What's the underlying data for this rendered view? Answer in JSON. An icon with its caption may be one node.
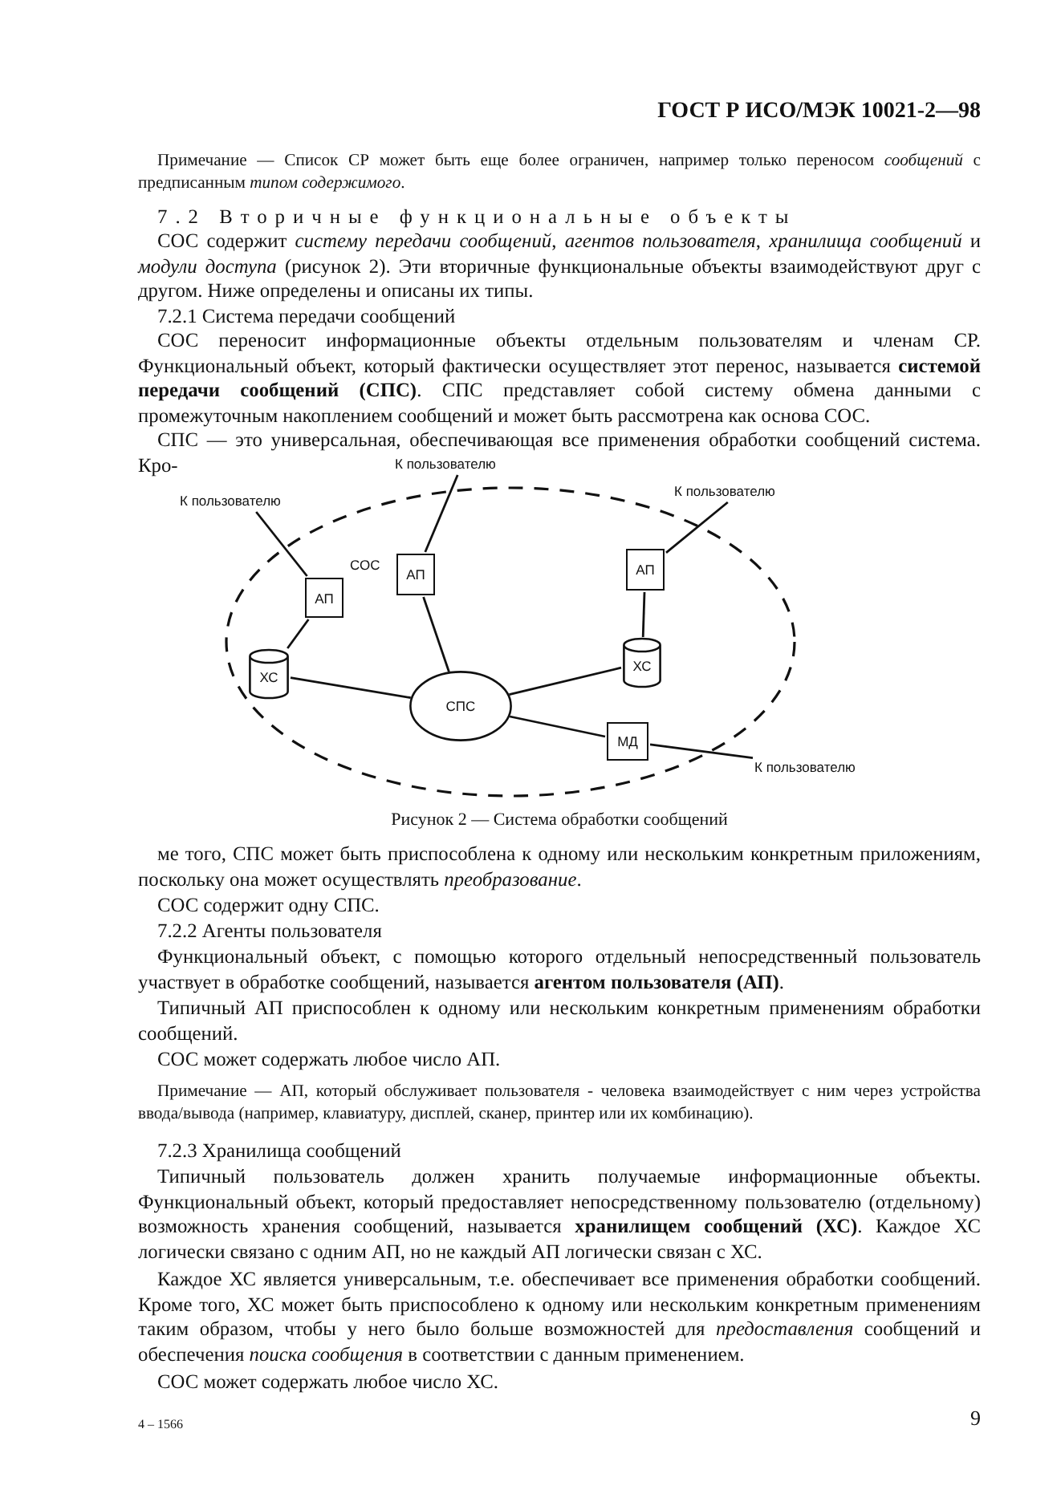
{
  "diagram": {
    "caption": "Рисунок 2 — Система обработки сообщений",
    "nodes": [
      {
        "text": [
          "СОС"
        ]
      },
      {
        "text": [
          "К пользователю"
        ]
      },
      {
        "text": [
          "К пользователю"
        ]
      },
      {
        "text": [
          "К пользователю"
        ]
      },
      {
        "text": [
          "АП"
        ],
        "in": 0
      },
      {
        "text": [
          "АП"
        ],
        "in": 0
      },
      {
        "text": [
          "АП"
        ],
        "in": 0
      },
      {
        "text": [
          "ХС"
        ],
        "in": 0
      },
      {
        "text": [
          "ХС"
        ],
        "in": 0
      },
      {
        "text": [
          "СПС"
        ],
        "in": 0
      },
      {
        "text": [
          "МД"
        ],
        "in": 0
      },
      {
        "text": [
          "К пользователю"
        ]
      }
    ],
    "edges": [
      {
        "from": 1,
        "to": 4,
        "arrow": "none"
      },
      {
        "from": 2,
        "to": 5,
        "arrow": "none"
      },
      {
        "from": 3,
        "to": 6,
        "arrow": "none"
      },
      {
        "from": 4,
        "to": 7,
        "arrow": "none"
      },
      {
        "from": 7,
        "to": 9,
        "arrow": "none"
      },
      {
        "from": 5,
        "to": 9,
        "arrow": "none"
      },
      {
        "from": 6,
        "to": 8,
        "arrow": "none"
      },
      {
        "from": 8,
        "to": 9,
        "arrow": "none"
      },
      {
        "from": 9,
        "to": 10,
        "arrow": "none"
      },
      {
        "from": 10,
        "to": 11,
        "arrow": "none"
      }
    ],
    "labels": [
      "ГОСТ Р ИСО/МЭК 10021-2—98",
      "Примечание — Список СР может быть еще более ограничен, например только переносом *сообщений* с предписанным *типом содержимого*.",
      "7.2 Вторичные функциональные объекты",
      "СОС содержит *систему передачи сообщений*, *агентов пользователя*, *хранилища сообщений* и *модули доступа* (рисунок 2). Эти вторичные функциональные объекты взаимодействуют друг с другом. Ниже определены и описаны их типы.",
      "7.2.1 Система передачи сообщений",
      "СОС переносит информационные объекты отдельным пользователям и членам СР. Функциональный объект, который фактически осуществляет этот перенос, называется **системой передачи сообщений (СПС)**. СПС представляет собой систему обмена данными с промежуточным накоплением сообщений и может быть рассмотрена как основа СОС.",
      "СПС — это универсальная, обеспечивающая все применения обработки сообщений система. Кро-",
      "ме того, СПС может быть приспособлена к одному или нескольким конкретным приложениям, поскольку она может осуществлять *преобразование*.",
      "СОС содержит одну СПС.",
      "7.2.2 Агенты пользователя",
      "Функциональный объект, с помощью которого отдельный непосредственный пользователь участвует в обработке сообщений, называется **агентом пользователя (АП)**.",
      "Типичный АП приспособлен к одному или нескольким конкретным применениям обработки сообщений.",
      "СОС может содержать любое число АП.",
      "Примечание — АП, который обслуживает пользователя - человека взаимодействует с ним через устройства ввода/вывода (например, клавиатуру, дисплей, сканер, принтер или их комбинацию).",
      "7.2.3 Хранилища сообщений",
      "Типичный пользователь должен хранить получаемые информационные объекты. Функциональный объект, который предоставляет непосредственному пользователю (отдельному) возможность хранения сообщений, называется **хранилищем сообщений (ХС)**. Каждое ХС логически связано с одним АП, но не каждый АП логически связан с ХС.",
      "Каждое ХС является универсальным, т.е. обеспечивает все применения обработки сообщений. Кроме того, ХС может быть приспособлено к одному или нескольким конкретным применениям таким образом, чтобы у него было больше возможностей для *предоставления* сообщений и обеспечения *поиска сообщения* в соответствии с данным применением.",
      "СОС может содержать любое число ХС.",
      "4 – 1566",
      "9"
    ]
  }
}
